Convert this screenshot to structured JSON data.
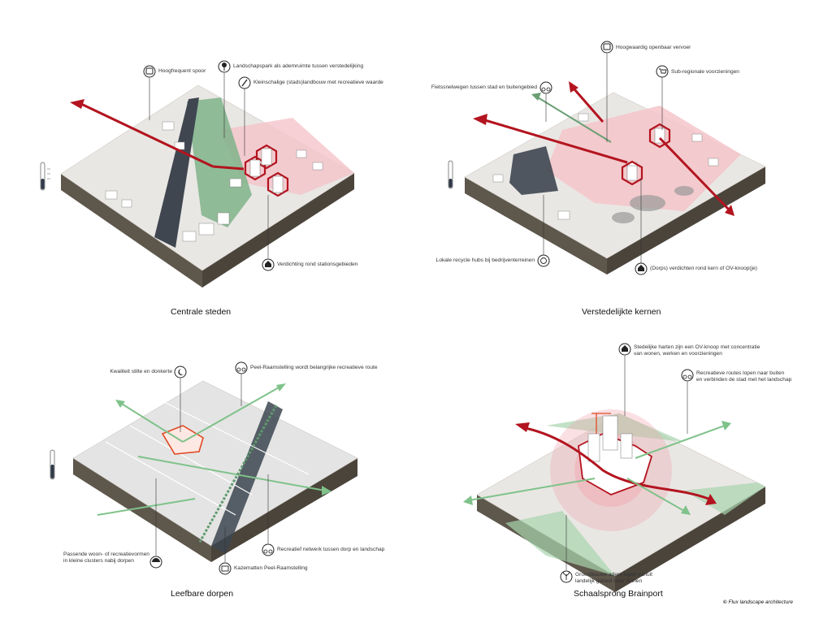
{
  "colors": {
    "red": "#b3141f",
    "pink": "#f3b8c0",
    "green": "#5f9a6e",
    "paleGreen": "#bfe0c4",
    "soil": "#5e574c",
    "ground": "#e8e6e3"
  },
  "panels": [
    {
      "title": "Centrale steden",
      "labels": {
        "spoor": "Hoogfrequent spoor",
        "landschapspark": "Landschapspark als ademruimte tussen verstedelijking",
        "landbouw": "Kleinschalige (stads)landbouw met recreatieve waarde",
        "verdichting": "Verdichting rond stationsgebieden"
      },
      "icons": [
        "bus-icon",
        "tree-icon",
        "shovel-icon",
        "house-icon"
      ]
    },
    {
      "title": "Verstedelijkte kernen",
      "labels": {
        "ov": "Hoogwaardig openbaar vervoer",
        "voorzieningen": "Sub-regionale voorzieningen",
        "fiets": "Fietssnelwegen tussen stad en buitengebied",
        "recycle": "Lokale recycle hubs bij bedrijventerreinen",
        "kern": "(Dorps) verdichten rond kern of OV-knoop(je)"
      },
      "icons": [
        "bus-icon",
        "cart-icon",
        "bike-icon",
        "recycle-icon",
        "house-icon"
      ]
    },
    {
      "title": "Leefbare dorpen",
      "labels": {
        "stilte": "Kwaliteit stilte en donkerte",
        "peel": "Peel-Raamstelling wordt belangrijke recreatieve route",
        "wonen_1": "Passende woon- of recreatievormen",
        "wonen_2": "in kleine clusters nabij dorpen",
        "netwerk": "Recreatief netwerk tussen dorp en landschap",
        "kazematten": "Kazematten Peel-Raamstelling"
      },
      "icons": [
        "moon-icon",
        "bike-icon",
        "umbrella-icon",
        "bike-icon",
        "monument-icon"
      ]
    },
    {
      "title": "Schaalsprong Brainport",
      "labels": {
        "harten_1": "Stedelijke harten zijn een OV-knoop met concentratie",
        "harten_2": "van wonen, werken en voorzieningen",
        "routes_1": "Recreatieve routes lopen naar buiten",
        "routes_2": "en verbinden de stad met het landschap",
        "aders_1": "Groenblauwe aders lopen vanuit",
        "aders_2": "landelijk gebied naar binnen"
      },
      "icons": [
        "house-icon",
        "bike-icon",
        "plant-icon"
      ]
    }
  ],
  "credit": {
    "symbol": "©",
    "text": "Flux landscape architecture"
  }
}
